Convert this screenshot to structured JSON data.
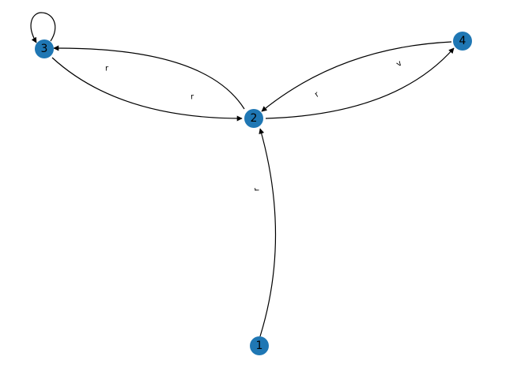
{
  "graph": {
    "node_color": "#1f77b4",
    "edge_color": "#000000",
    "nodes": [
      {
        "id": "1",
        "label": "1"
      },
      {
        "id": "2",
        "label": "2"
      },
      {
        "id": "3",
        "label": "3"
      },
      {
        "id": "4",
        "label": "4"
      }
    ],
    "edges": [
      {
        "from": "1",
        "to": "2",
        "label": "r"
      },
      {
        "from": "2",
        "to": "3",
        "label": "r"
      },
      {
        "from": "3",
        "to": "2",
        "label": "r"
      },
      {
        "from": "2",
        "to": "4",
        "label": "v"
      },
      {
        "from": "4",
        "to": "2",
        "label": "r"
      },
      {
        "from": "3",
        "to": "3",
        "label": ""
      }
    ]
  }
}
